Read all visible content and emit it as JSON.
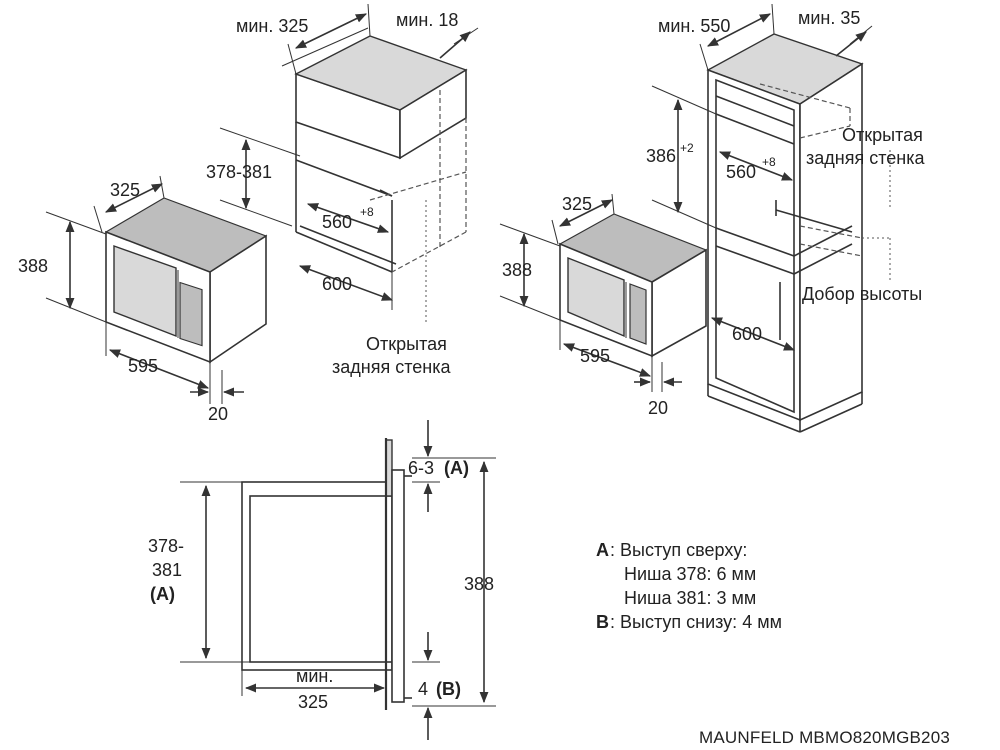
{
  "left_diagram": {
    "cabinet_depth": "мин. 325",
    "side_gap": "мин. 18",
    "niche_height": "378-381",
    "niche_width": "560",
    "niche_width_tol": "+8",
    "cabinet_width": "600",
    "open_back_line1": "Открытая",
    "open_back_line2": "задняя стенка",
    "oven_depth": "325",
    "oven_height": "388",
    "oven_width": "595",
    "front_offset": "20"
  },
  "right_diagram": {
    "cabinet_depth": "мин. 550",
    "side_gap": "мин. 35",
    "niche_height": "386",
    "niche_height_tol": "+2",
    "niche_width": "560",
    "niche_width_tol": "+8",
    "open_back_line1": "Открытая",
    "open_back_line2": "задняя стенка",
    "height_filler": "Добор высоты",
    "cabinet_width": "600",
    "oven_depth": "325",
    "oven_height": "388",
    "oven_width": "595",
    "front_offset": "20"
  },
  "section_diagram": {
    "top_gap": "6-3",
    "top_gap_ref": "(A)",
    "niche_height_line1": "378-",
    "niche_height_line2": "381",
    "niche_height_ref": "(A)",
    "total_height": "388",
    "min_label": "мин.",
    "depth": "325",
    "bottom_gap": "4",
    "bottom_gap_ref": "(B)"
  },
  "legend": {
    "a_key": "A",
    "a_title": ": Выступ сверху:",
    "a_line1": "Ниша 378: 6 мм",
    "a_line2": "Ниша 381: 3 мм",
    "b_key": "B",
    "b_text": ": Выступ снизу: 4 мм"
  },
  "footer": {
    "model": "MAUNFELD MBMO820MGB203"
  }
}
